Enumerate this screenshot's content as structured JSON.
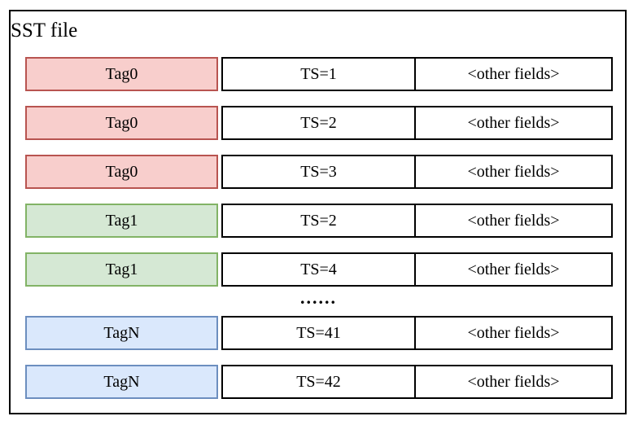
{
  "diagram": {
    "title": "SST file",
    "ellipsis": "......",
    "colors": {
      "border": "#000000",
      "background": "#ffffff",
      "red_fill": "#f8cecc",
      "red_stroke": "#b85450",
      "green_fill": "#d5e8d4",
      "green_stroke": "#82b366",
      "blue_fill": "#dae8fc",
      "blue_stroke": "#6c8ebf"
    },
    "rows": [
      {
        "tag": "Tag0",
        "ts": "TS=1",
        "other": "<other fields>",
        "color": "red"
      },
      {
        "tag": "Tag0",
        "ts": "TS=2",
        "other": "<other fields>",
        "color": "red"
      },
      {
        "tag": "Tag0",
        "ts": "TS=3",
        "other": "<other fields>",
        "color": "red"
      },
      {
        "tag": "Tag1",
        "ts": "TS=2",
        "other": "<other fields>",
        "color": "green"
      },
      {
        "tag": "Tag1",
        "ts": "TS=4",
        "other": "<other fields>",
        "color": "green"
      },
      {
        "tag": "TagN",
        "ts": "TS=41",
        "other": "<other fields>",
        "color": "blue"
      },
      {
        "tag": "TagN",
        "ts": "TS=42",
        "other": "<other fields>",
        "color": "blue"
      }
    ]
  }
}
